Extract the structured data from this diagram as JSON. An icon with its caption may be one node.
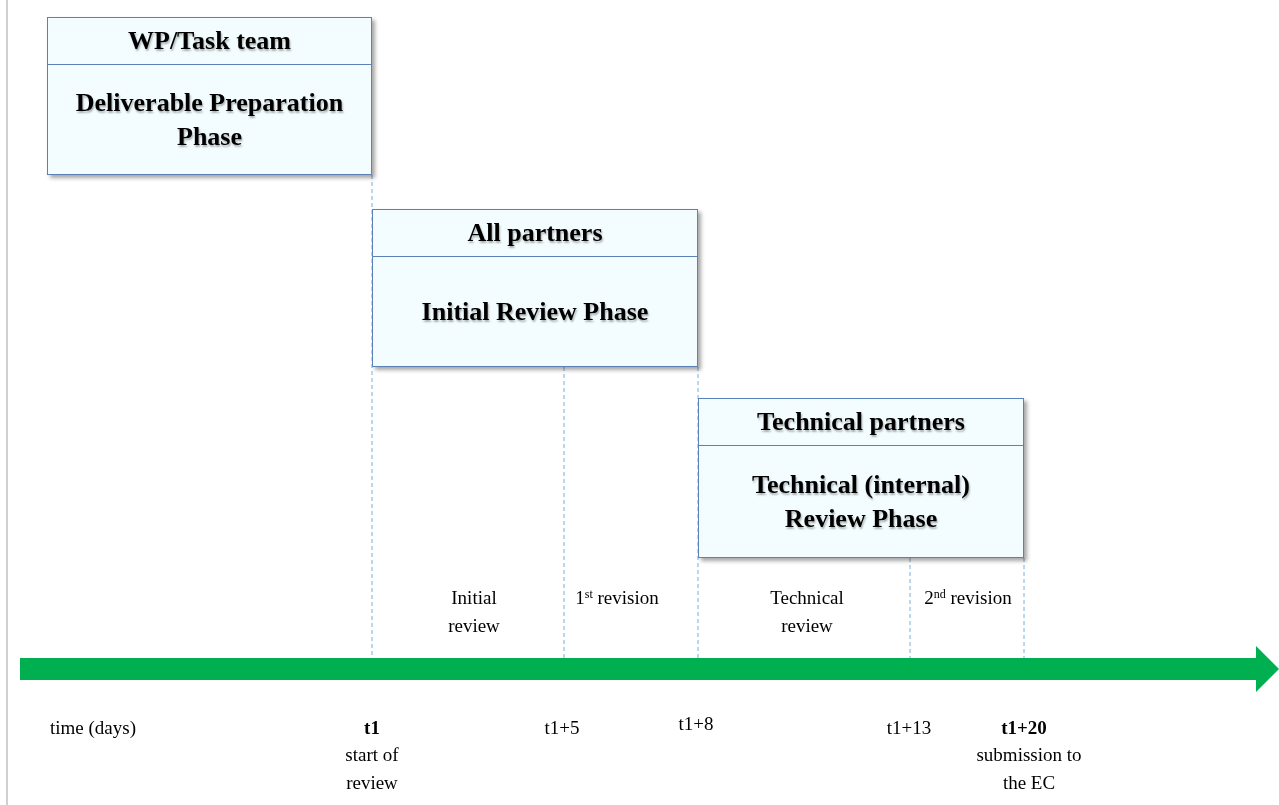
{
  "diagram": {
    "nodes": [
      {
        "text": [
          "WP/Task team",
          "Deliverable Preparation Phase"
        ]
      },
      {
        "text": [
          "All partners",
          "Initial Review Phase"
        ]
      },
      {
        "text": [
          "Technical partners",
          "Technical (internal) Review Phase"
        ]
      }
    ],
    "labels": [
      "Initial review",
      "1$^{st}$ revision",
      "Technical review",
      "2$^{nd}$ revision",
      "time (days)",
      "t1",
      "start of review",
      "t1+5",
      "t1+8",
      "t1+13",
      "t1+20",
      "submission to the EC"
    ]
  }
}
